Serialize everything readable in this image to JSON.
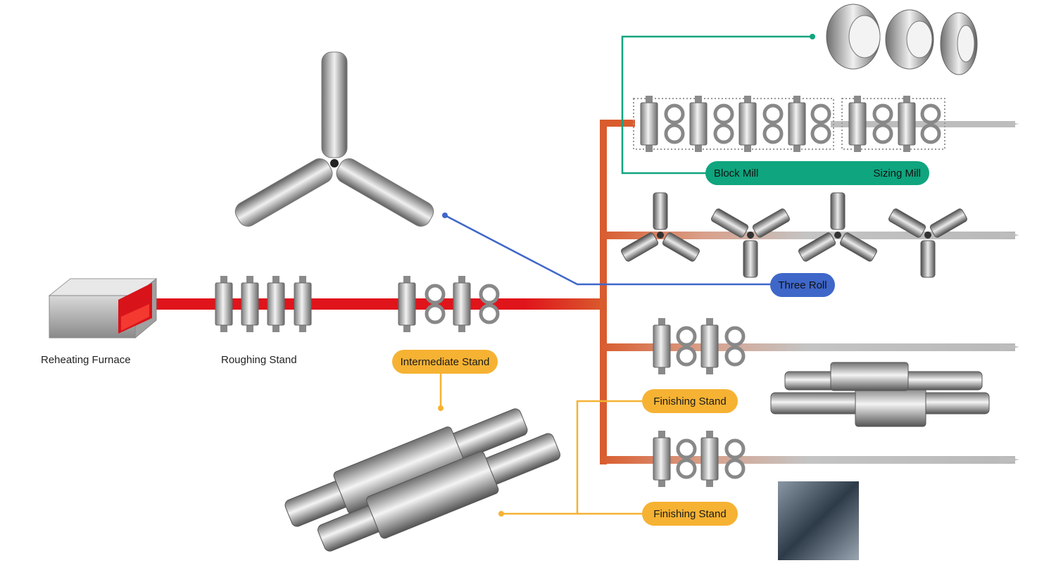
{
  "labels": {
    "reheating_furnace": "Reheating Furnace",
    "roughing_stand": "Roughing Stand",
    "intermediate_stand": "Intermediate Stand",
    "block_mill": "Block Mill",
    "sizing_mill": "Sizing Mill",
    "three_roll": "Three Roll",
    "finishing_stand_1": "Finishing Stand",
    "finishing_stand_2": "Finishing Stand"
  },
  "colors": {
    "main_line": "#e0141b",
    "branch_line": "#d95c2e",
    "output_gray": "#b9b9b9",
    "callout_orange": "#f6b233",
    "callout_blue": "#3f67c9",
    "callout_green": "#0fa57e"
  }
}
